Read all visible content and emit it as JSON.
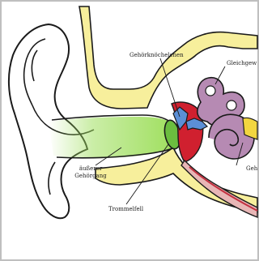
{
  "labels": {
    "ossicles": "Gehörknöchelchen",
    "vestibular": "Gleichgew",
    "ear_canal_line1": "äußerer",
    "ear_canal_line2": "Gehörgang",
    "eardrum": "Trommelfell",
    "cochlea_partial": "Geh"
  },
  "colors": {
    "frame": "#bfbfbf",
    "bone": "#f7ef9c",
    "ear_canal": "#9fdf5e",
    "eardrum": "#6bbd3f",
    "middle_ear": "#d0202f",
    "ossicle": "#5b8fd6",
    "inner_ear": "#b68ab3",
    "eustachian_tube": "#e8b6b6",
    "outline": "#1a1a1a"
  }
}
